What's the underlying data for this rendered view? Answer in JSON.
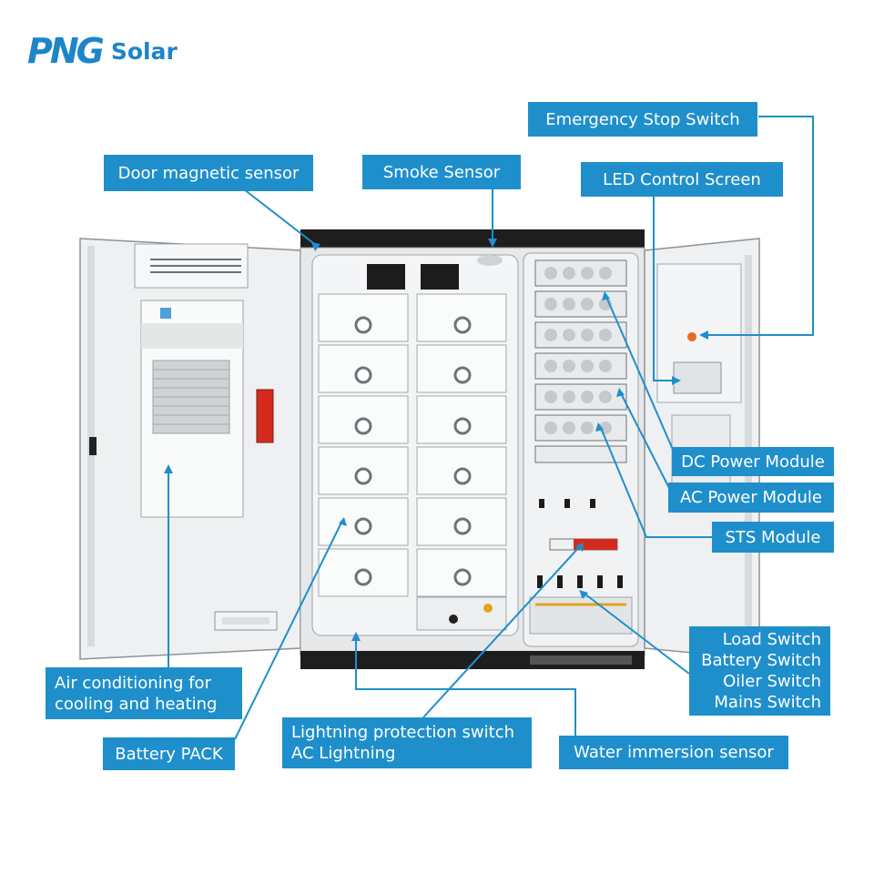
{
  "brand": {
    "mark": "PNG",
    "name": "Solar"
  },
  "labels": {
    "emergency_stop": "Emergency Stop Switch",
    "door_sensor": "Door magnetic sensor",
    "smoke_sensor": "Smoke Sensor",
    "led_screen": "LED Control Screen",
    "dc_module": "DC Power Module",
    "ac_module": "AC Power Module",
    "sts_module": "STS Module",
    "switches": [
      "Load Switch",
      "Battery Switch",
      "Oiler Switch",
      "Mains Switch"
    ],
    "air_conditioning": [
      "Air conditioning for",
      "cooling and heating"
    ],
    "battery_pack": "Battery PACK",
    "lightning": [
      "Lightning protection switch",
      "AC Lightning"
    ],
    "water_sensor": "Water immersion sensor"
  },
  "colors": {
    "label_bg": "#1f8fcc",
    "brand": "#1d85c8",
    "leader": "#1f8fcc",
    "cabinet_frame": "#1e1e1e",
    "cabinet_body": "#e6e8ea"
  }
}
